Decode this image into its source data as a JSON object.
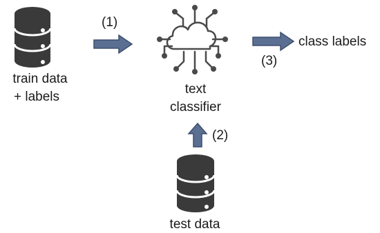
{
  "nodes": {
    "train": {
      "line1": "train data",
      "line2": "+ labels",
      "icon": "database-icon"
    },
    "classifier": {
      "line1": "text",
      "line2": "classifier",
      "icon": "cloud-network-icon"
    },
    "test": {
      "label": "test data",
      "icon": "database-icon"
    },
    "output": {
      "label": "class labels"
    }
  },
  "steps": {
    "s1": "(1)",
    "s2": "(2)",
    "s3": "(3)"
  },
  "colors": {
    "database": "#3a3a3a",
    "arrow_fill": "#5a6f92",
    "arrow_stroke": "#3d4f6e",
    "icon_line": "#4a4a4a"
  }
}
